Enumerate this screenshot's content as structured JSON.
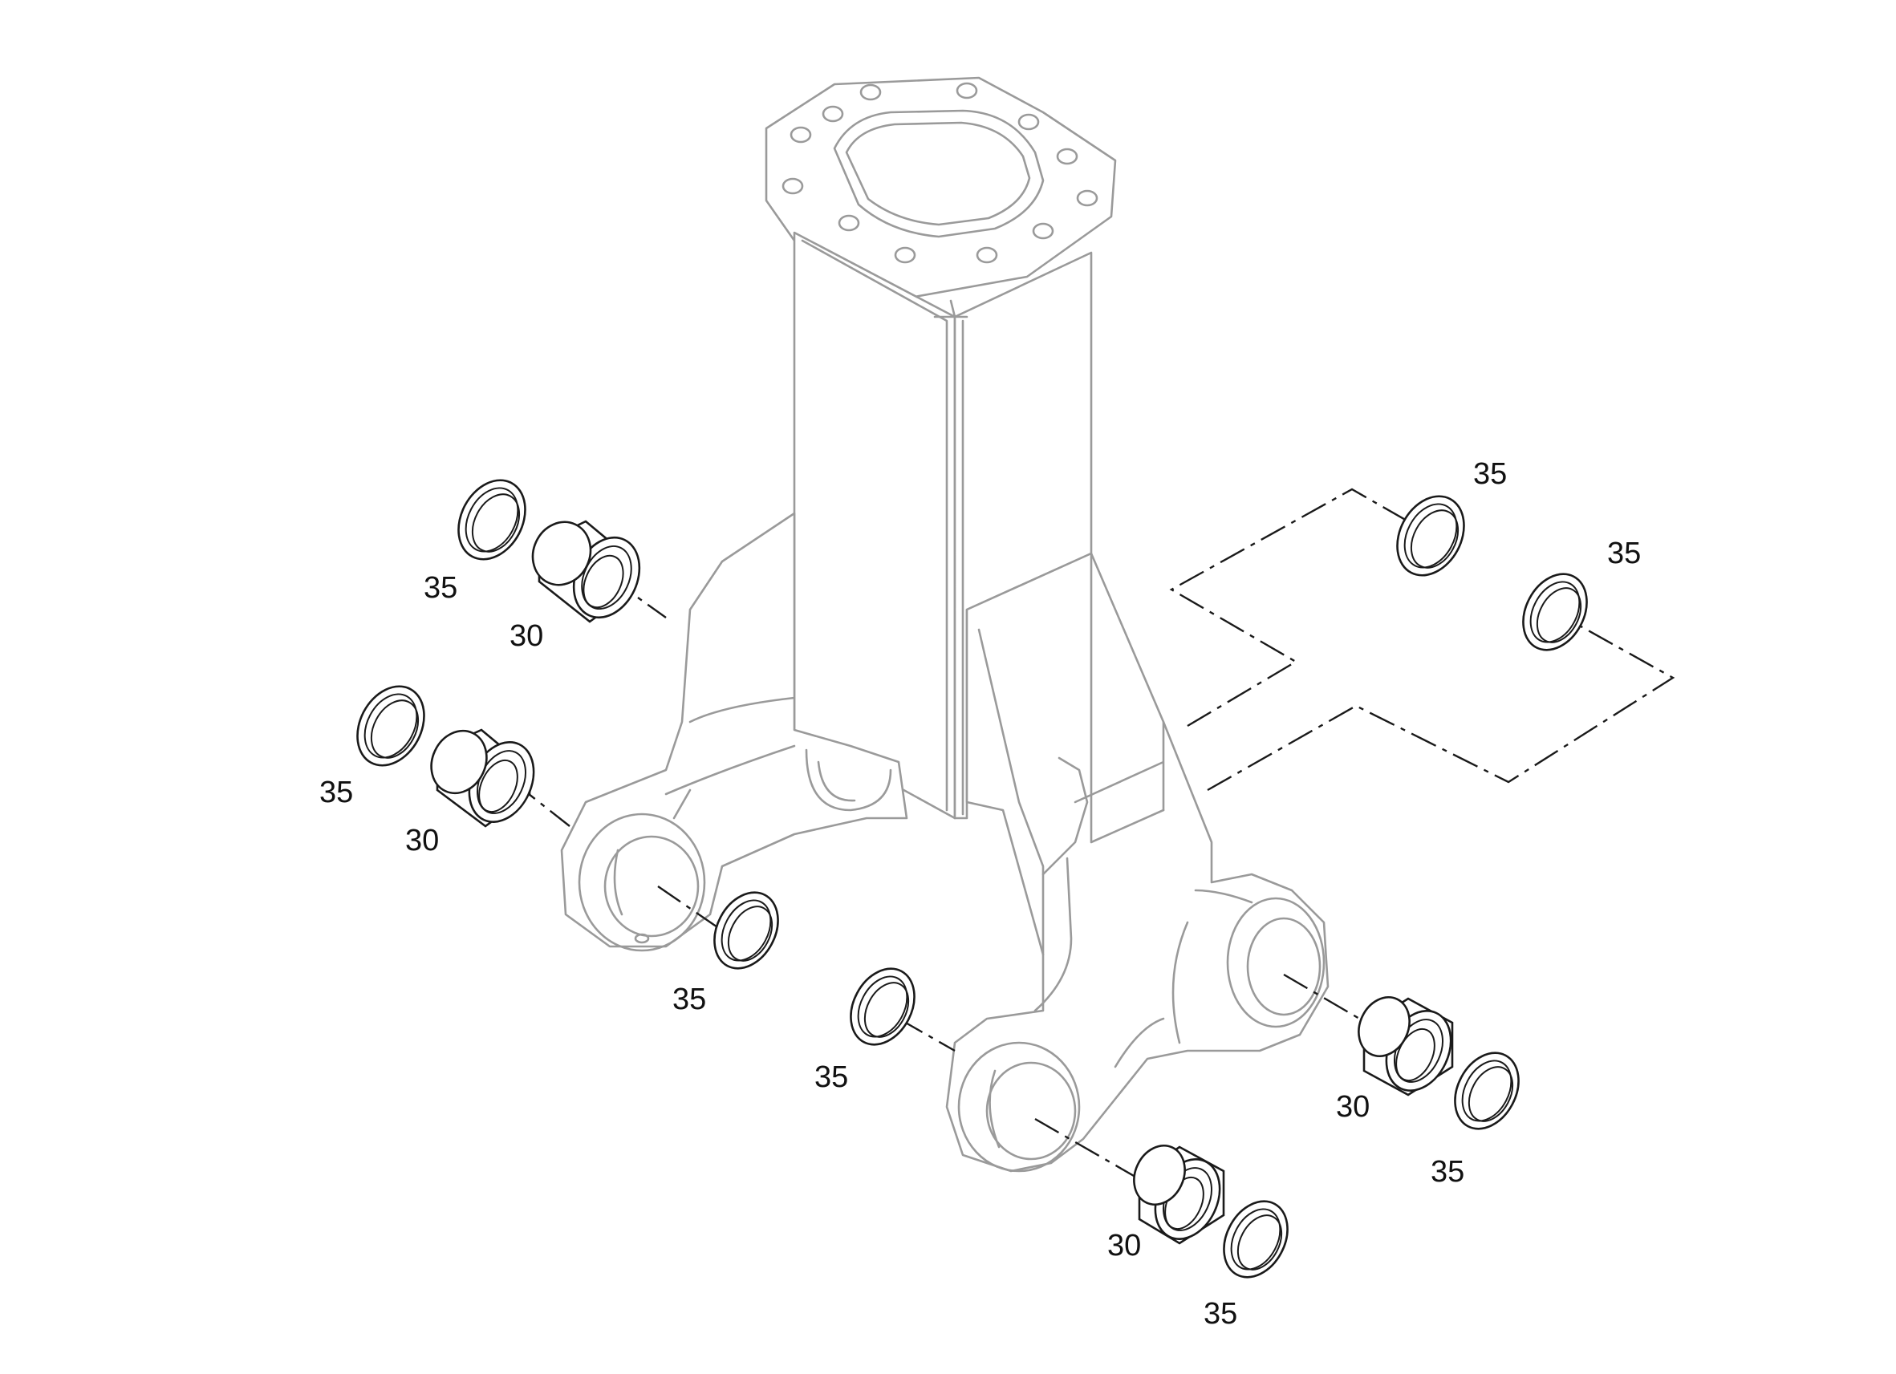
{
  "diagram": {
    "component": "swing-frame",
    "colors": {
      "body_outline": "#9a9a9a",
      "parts": "#1a1a1a",
      "background": "#ffffff"
    },
    "callouts": [
      {
        "id": "c1",
        "text": "35"
      },
      {
        "id": "c2",
        "text": "30"
      },
      {
        "id": "c3",
        "text": "35"
      },
      {
        "id": "c4",
        "text": "30"
      },
      {
        "id": "c5",
        "text": "35"
      },
      {
        "id": "c6",
        "text": "35"
      },
      {
        "id": "c7",
        "text": "30"
      },
      {
        "id": "c8",
        "text": "35"
      },
      {
        "id": "c9",
        "text": "30"
      },
      {
        "id": "c10",
        "text": "35"
      },
      {
        "id": "c11",
        "text": "35"
      },
      {
        "id": "c12",
        "text": "35"
      }
    ]
  }
}
